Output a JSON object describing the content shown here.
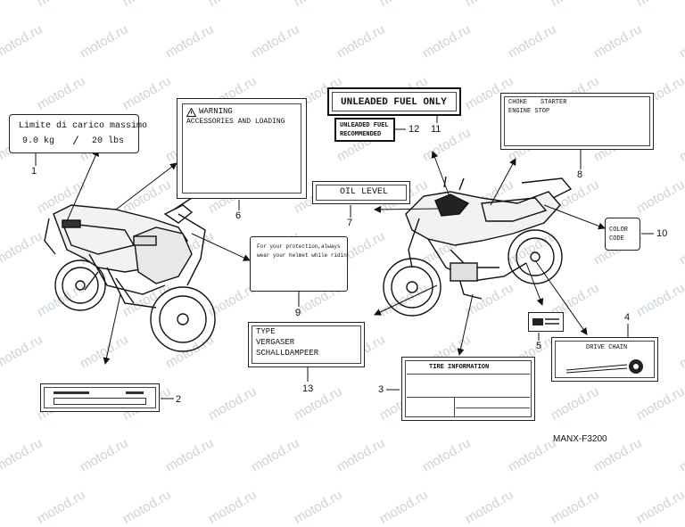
{
  "watermark": "motod.ru",
  "diagram_code": "MANX-F3200",
  "callouts": {
    "n1": "1",
    "n2": "2",
    "n3": "3",
    "n4": "4",
    "n5": "5",
    "n6": "6",
    "n7": "7",
    "n8": "8",
    "n9": "9",
    "n10": "10",
    "n11": "11",
    "n12": "12",
    "n13": "13"
  },
  "labels": {
    "load_limit": {
      "line1": "Limite di carico massimo",
      "weight_kg": "9.0 kg",
      "separator": "/",
      "weight_lbs": "20 lbs"
    },
    "warning": {
      "heading": "WARNING",
      "text": "ACCESSORIES AND LOADING"
    },
    "fuel": {
      "main": "UNLEADED FUEL ONLY",
      "small_line1": "UNLEADED FUEL",
      "small_line2": "RECOMMENDED"
    },
    "choke": {
      "line1": "CHOKE",
      "line1b": "STARTER",
      "line2": "ENGINE STOP"
    },
    "oil": {
      "text": "OIL LEVEL"
    },
    "helmet": {
      "line1": "For your protection,always",
      "line2": "wear your helmet while ridin"
    },
    "color_code": {
      "line1": "COLOR",
      "line2": "CODE"
    },
    "carburetor": {
      "line1": "TYPE",
      "line2": "VERGASER",
      "line3": "SCHALLDAMPEER"
    },
    "tire": {
      "title": "TIRE   INFORMATION"
    },
    "drive_chain": {
      "title": "DRIVE CHAIN"
    }
  },
  "icons": {
    "warning": "warning-triangle-icon",
    "chain": "chain-adjuster-icon",
    "motorcycle": "motorcycle-illustration"
  }
}
